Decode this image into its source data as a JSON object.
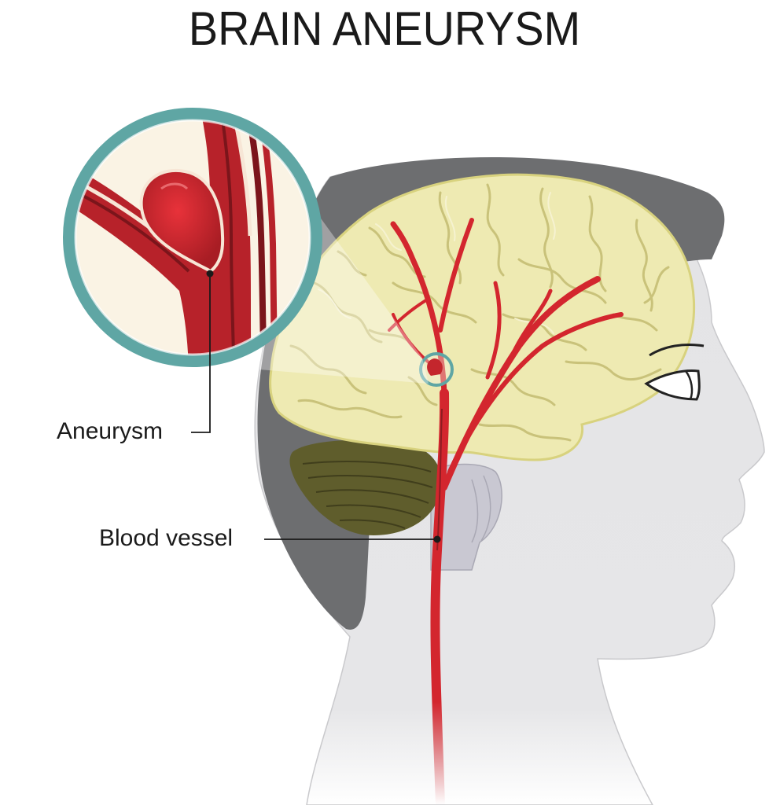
{
  "title": "BRAIN ANEURYSM",
  "labels": {
    "aneurysm": "Aneurysm",
    "blood_vessel": "Blood vessel"
  },
  "colors": {
    "skin": "#e4e4e6",
    "skull": "#6d6e70",
    "brain": "#eeeab2",
    "brain_fold": "#d8d27e",
    "cerebellum": "#5f5d2c",
    "brainstem": "#c9c8d2",
    "vessel": "#d3262e",
    "vessel_dark": "#8e1c22",
    "magnifier_ring": "#5fa6a4",
    "magnifier_bg": "#faf3e4"
  }
}
